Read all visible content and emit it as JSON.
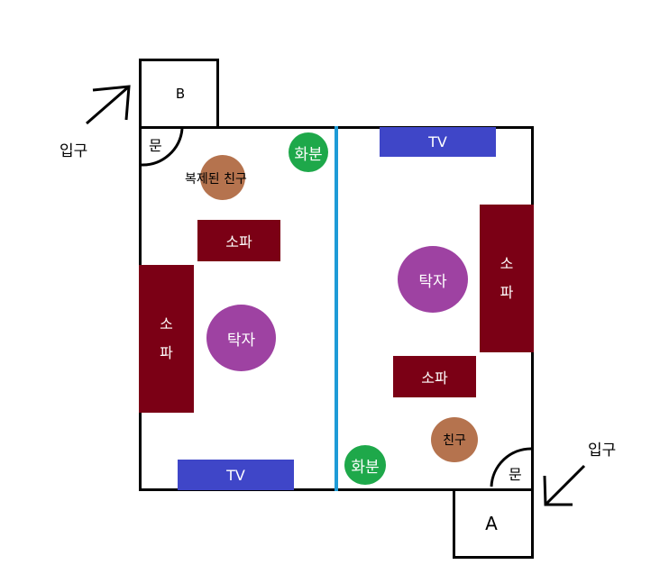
{
  "rooms": {
    "b_label": "B",
    "a_label": "A"
  },
  "left_room": {
    "door": "문",
    "cloned_friend": "복제된 친구",
    "plant": "화분",
    "sofa_horizontal": "소파",
    "sofa_vertical": [
      "소",
      "파"
    ],
    "table": "탁자",
    "tv": "TV",
    "entrance": "입구"
  },
  "right_room": {
    "tv": "TV",
    "sofa_vertical": [
      "소",
      "파"
    ],
    "table": "탁자",
    "sofa_horizontal": "소파",
    "friend": "친구",
    "plant": "화분",
    "door": "문",
    "entrance": "입구"
  },
  "colors": {
    "wall": "#000000",
    "divider": "#1e9bd7",
    "tv": "#3f46c8",
    "sofa": "#7b0015",
    "table": "#9e42a2",
    "plant": "#1ea84a",
    "friend": "#b5734e"
  }
}
